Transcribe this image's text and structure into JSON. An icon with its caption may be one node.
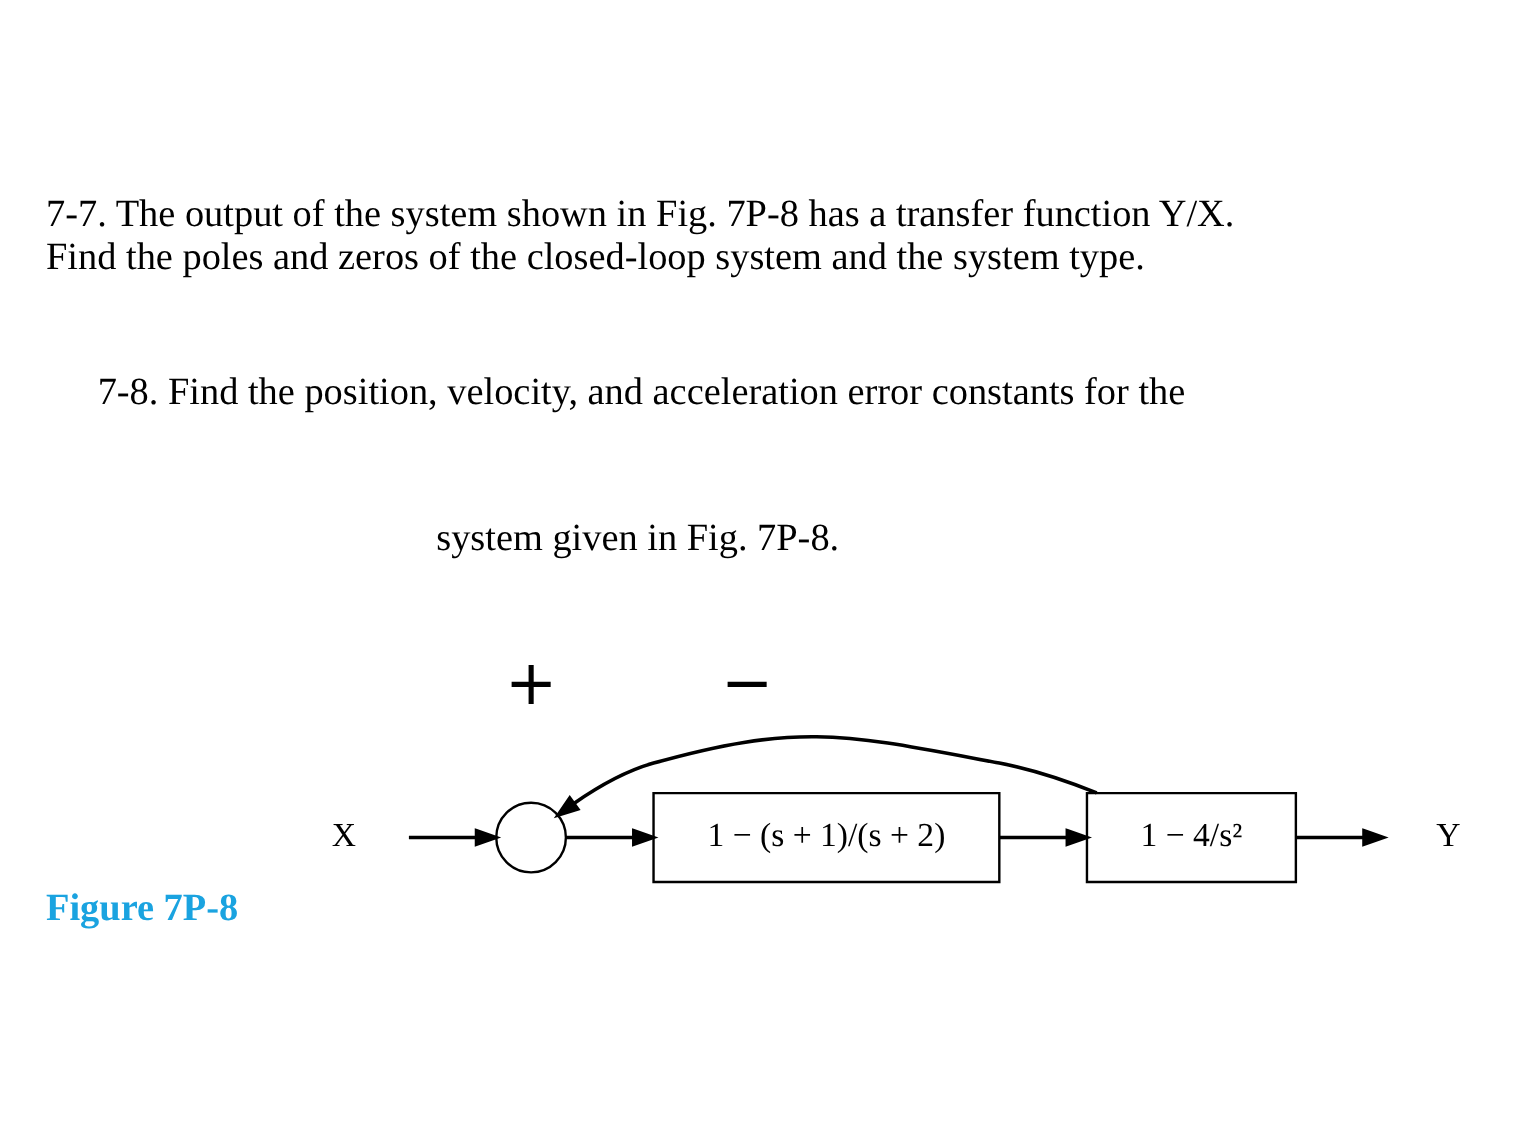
{
  "diagram": {
    "caption": "Figure 7P-8",
    "nodes": [
      {
        "text": [
          "X"
        ]
      },
      {
        "text": [],
        "shape": "circle"
      },
      {
        "text": [
          "1 − (s + 1)/(s + 2)"
        ]
      },
      {
        "text": [
          "1 − 4/s²"
        ]
      },
      {
        "text": [
          "Y"
        ]
      }
    ],
    "edges": [
      {
        "from": 0,
        "to": 1,
        "arrow": "to"
      },
      {
        "from": 1,
        "to": 2,
        "arrow": "to"
      },
      {
        "from": 2,
        "to": 3,
        "arrow": "to"
      },
      {
        "from": 3,
        "to": 4,
        "arrow": "to"
      },
      {
        "from": 3,
        "to": 1,
        "arrow": "to"
      }
    ],
    "labels": [
      "7-7. The output of the system shown in Fig. 7P-8 has a transfer function Y/X. Find the poles and zeros of the closed-loop system and the system type.",
      "7-8. Find the position, velocity, and acceleration error constants for the",
      "system given in Fig. 7P-8.",
      "+",
      "−"
    ]
  }
}
